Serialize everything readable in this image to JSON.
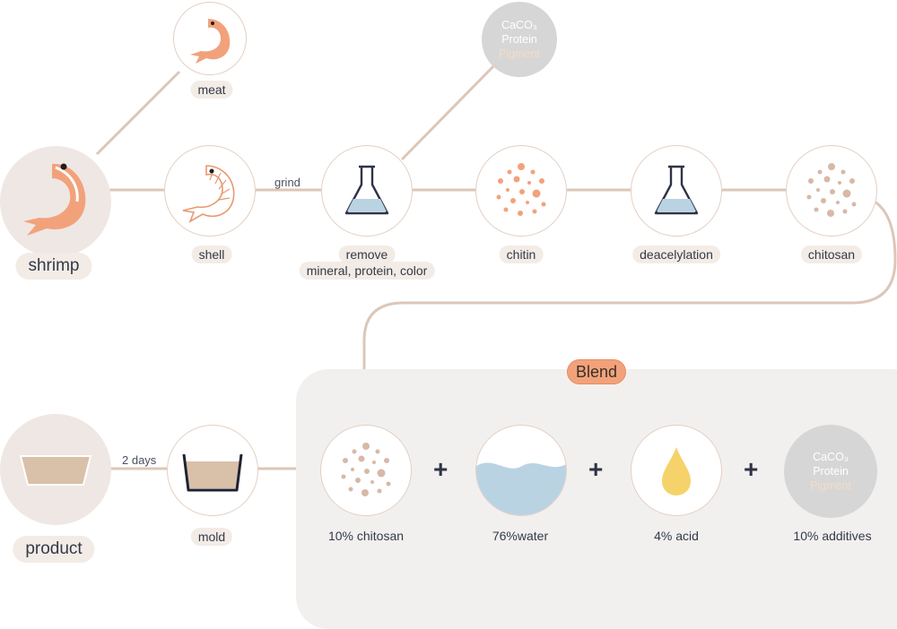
{
  "nodes": {
    "shrimp": "shrimp",
    "meat": "meat",
    "shell": "shell",
    "remove": "remove",
    "remove_detail": "mineral, protein, color",
    "chitin": "chitin",
    "deacelylation": "deacelylation",
    "chitosan": "chitosan",
    "mold": "mold",
    "product": "product"
  },
  "byproducts_top": {
    "line1": "CaCO₃",
    "line2": "Protein",
    "line3": "Pigment"
  },
  "edges": {
    "grind": "grind",
    "two_days": "2 days"
  },
  "blend": {
    "title": "Blend",
    "ingredients": [
      "10% chitosan",
      "76%water",
      "4% acid",
      "10% additives"
    ],
    "additives": {
      "line1": "CaCO₃",
      "line2": "Protein",
      "line3": "Pigment"
    },
    "plus": "+"
  },
  "colors": {
    "accent": "#f2a27b",
    "line": "#dcc7b8",
    "water": "#b9d3e3",
    "acid": "#f5d36a",
    "powder": "#d6b9a6"
  }
}
